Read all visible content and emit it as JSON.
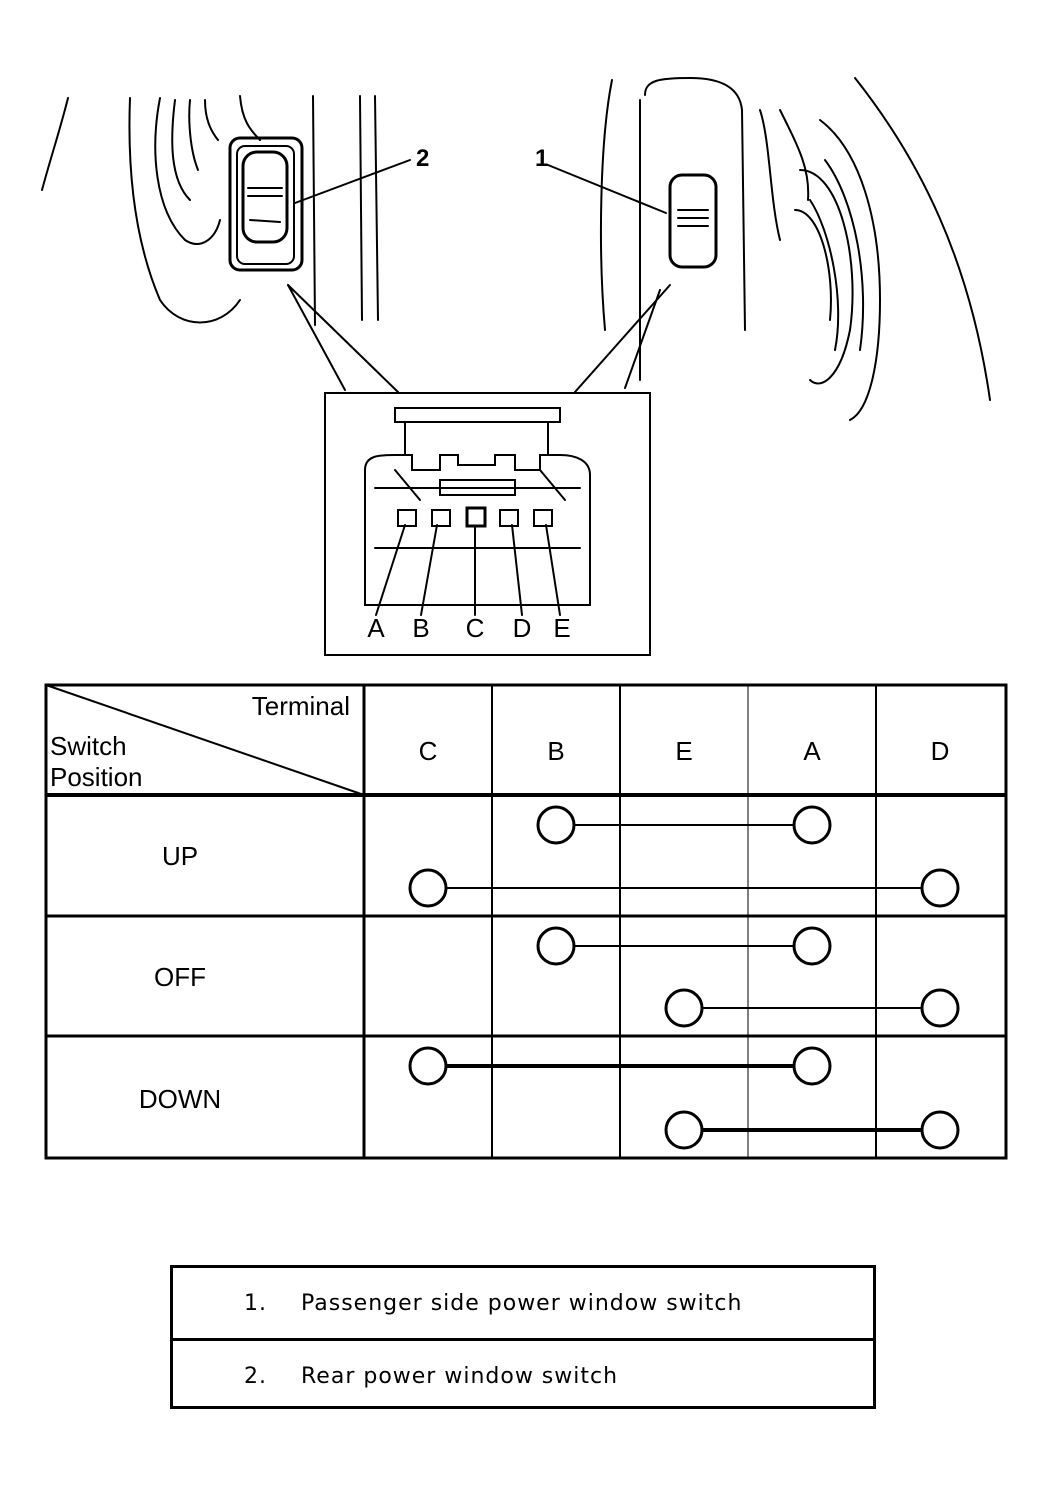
{
  "callouts": {
    "left": "2",
    "right": "1"
  },
  "connector": {
    "pins": [
      "A",
      "B",
      "C",
      "D",
      "E"
    ]
  },
  "table": {
    "header_terminal": "Terminal",
    "header_switch": "Switch",
    "header_position": "Position",
    "terminals": [
      "C",
      "B",
      "E",
      "A",
      "D"
    ],
    "rows": [
      {
        "position": "UP",
        "connections": [
          [
            "B",
            "A"
          ],
          [
            "C",
            "D"
          ]
        ]
      },
      {
        "position": "OFF",
        "connections": [
          [
            "B",
            "A"
          ],
          [
            "E",
            "D"
          ]
        ]
      },
      {
        "position": "DOWN",
        "connections": [
          [
            "C",
            "A"
          ],
          [
            "E",
            "D"
          ]
        ]
      }
    ]
  },
  "legend": [
    {
      "num": "1.",
      "text": "Passenger side power window switch"
    },
    {
      "num": "2.",
      "text": "Rear power window switch"
    }
  ]
}
